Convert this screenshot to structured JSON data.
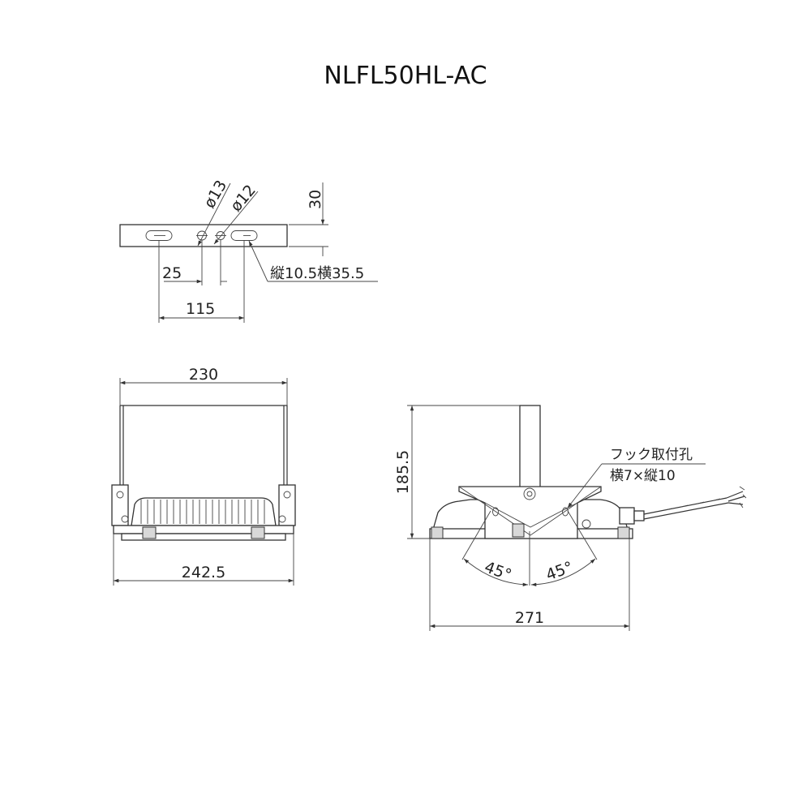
{
  "title": "NLFL50HL-AC",
  "top_view": {
    "dim_phi13": "ø13",
    "dim_phi12": "ø12",
    "dim_30": "30",
    "dim_25": "25",
    "dim_115": "115",
    "slot_note": "縦10.5横35.5"
  },
  "front_view": {
    "dim_230": "230",
    "dim_242_5": "242.5"
  },
  "side_view": {
    "dim_185_5": "185.5",
    "dim_271": "271",
    "angle_left": "45°",
    "angle_right": "45°",
    "hook_note_line1": "フック取付孔",
    "hook_note_line2": "横7×縦10"
  },
  "colors": {
    "line": "#333333",
    "fill_grey": "#d8d8d8"
  }
}
